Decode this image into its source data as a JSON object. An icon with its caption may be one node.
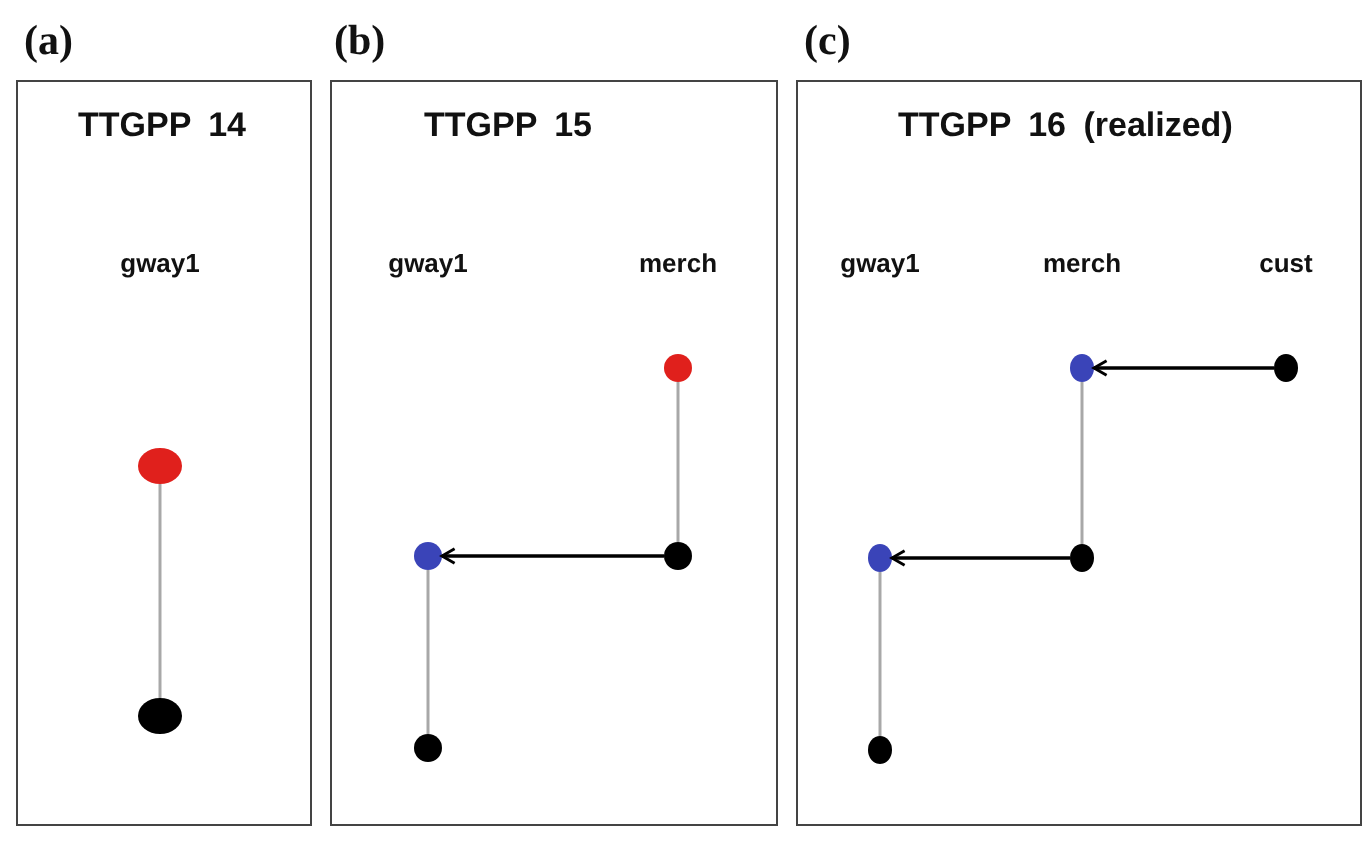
{
  "diagram": {
    "nodes": [
      {
        "text": [
          "TTGPP 14"
        ],
        "beside": [
          "(a)"
        ]
      },
      {
        "text": [],
        "shape": "circle",
        "in": 0
      },
      {
        "text": [],
        "shape": "circle",
        "in": 0
      },
      {
        "text": [
          "TTGPP 15"
        ],
        "beside": [
          "(b)"
        ]
      },
      {
        "text": [],
        "shape": "circle",
        "in": 3
      },
      {
        "text": [],
        "shape": "circle",
        "in": 3
      },
      {
        "text": [],
        "shape": "circle",
        "in": 3
      },
      {
        "text": [],
        "shape": "circle",
        "in": 3
      },
      {
        "text": [
          "TTGPP 16 (realized)"
        ],
        "beside": [
          "(c)"
        ]
      },
      {
        "text": [],
        "shape": "circle",
        "in": 8
      },
      {
        "text": [],
        "shape": "circle",
        "in": 8
      },
      {
        "text": [],
        "shape": "circle",
        "in": 8
      },
      {
        "text": [],
        "shape": "circle",
        "in": 8
      },
      {
        "text": [],
        "shape": "circle",
        "in": 8
      }
    ],
    "edges": [
      {
        "from": 1,
        "to": 2,
        "arrow": "none"
      },
      {
        "from": 4,
        "to": 6,
        "arrow": "none"
      },
      {
        "from": 6,
        "to": 5,
        "arrow": "to",
        "color": "#000000"
      },
      {
        "from": 5,
        "to": 7,
        "arrow": "none"
      },
      {
        "from": 10,
        "to": 9,
        "arrow": "to",
        "color": "#000000"
      },
      {
        "from": 9,
        "to": 12,
        "arrow": "none"
      },
      {
        "from": 12,
        "to": 11,
        "arrow": "to",
        "color": "#000000"
      },
      {
        "from": 11,
        "to": 13,
        "arrow": "none"
      }
    ],
    "labels": [
      "gway1",
      "gway1",
      "merch",
      "gway1",
      "merch",
      "cust"
    ]
  }
}
